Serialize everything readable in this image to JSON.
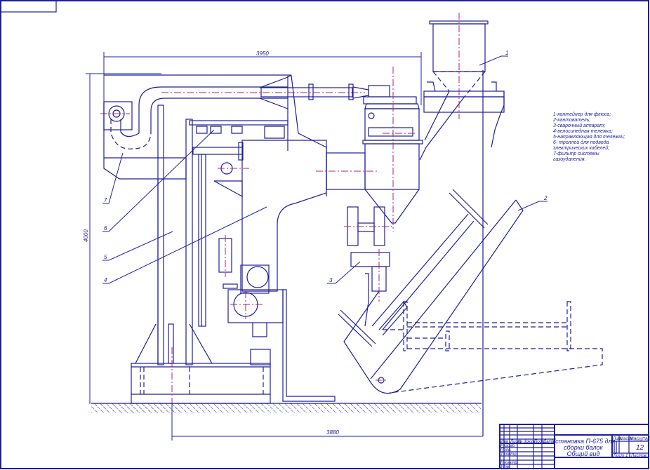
{
  "drawing": {
    "dimensions": {
      "width": "3950",
      "height": "4000",
      "base": "3880"
    },
    "callouts": [
      "1",
      "2",
      "3",
      "4",
      "5",
      "6",
      "7"
    ],
    "legend": [
      "1-контейнер для флюса;",
      "2-кантователь;",
      "3-сварочный аппарат;",
      "4-велосипедная тележка;",
      "5-направляющая для тележки;",
      "6- троллеи для подвода",
      "электрических кабелей;",
      "7-фильтр системы",
      "газоудаления."
    ]
  },
  "title_block": {
    "title_lines": [
      "Установка П-675 для",
      "сборки балок",
      "Общий вид"
    ],
    "headers": {
      "izm": "Изм",
      "list": "Лист",
      "doc": "№ докум.",
      "sign": "Подп.",
      "date": "Дата"
    },
    "roles": {
      "dev": "Разраб.",
      "check": "Пров.",
      "tcontrol": "Т.контр.",
      "ncontrol": "Н.контр.",
      "approve": "Утв."
    },
    "lit": "Лит.",
    "mass": "Масса",
    "scale": "Масштаб",
    "scale_value": "12",
    "sheet": "Лист 1",
    "sheets": "Листов 1"
  }
}
